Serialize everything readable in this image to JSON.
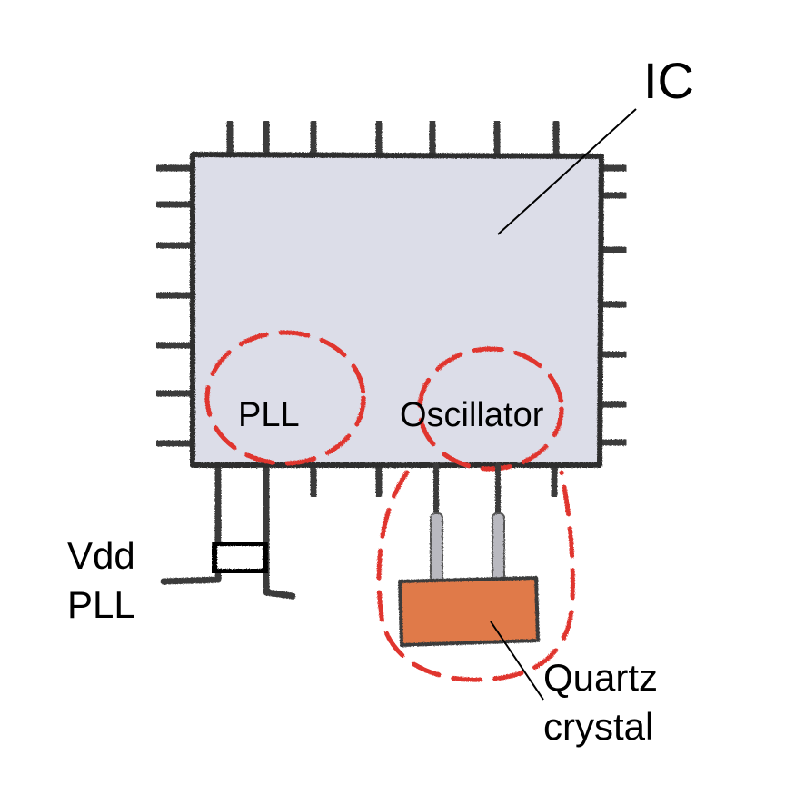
{
  "labels": {
    "ic": "IC",
    "pll": "PLL",
    "oscillator": "Oscillator",
    "vdd_line1": "Vdd",
    "vdd_line2": "PLL",
    "quartz_line1": "Quartz",
    "quartz_line2": "crystal"
  },
  "colors": {
    "chip_fill": "#dcdde8",
    "pin": "#3a3a3a",
    "highlight": "#e0352f",
    "crystal_fill": "#e07a48",
    "crystal_leg": "#b9b9c0",
    "ink": "#000000"
  }
}
